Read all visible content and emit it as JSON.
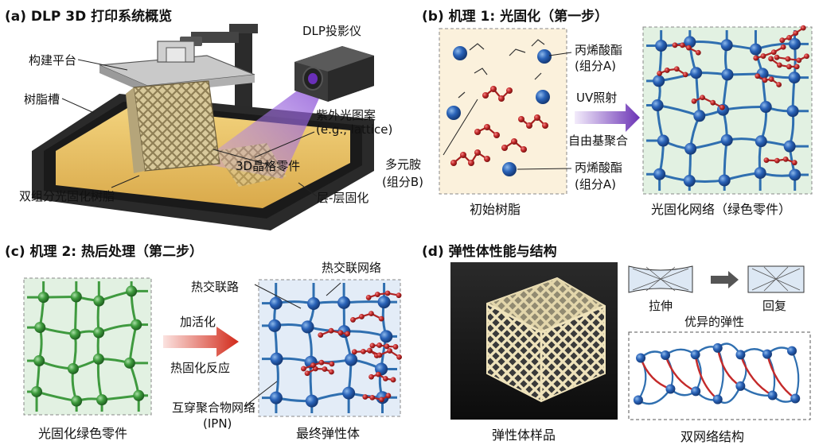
{
  "panel_a": {
    "title": "(a) DLP 3D 打印系统概览",
    "build_platform": "构建平台",
    "dlp_projector": "DLP投影仪",
    "resin_tank": "树脂槽",
    "uv_pattern_line1": "紫外光图案",
    "uv_pattern_line2": "(e.g., lattice)",
    "lattice_part": "3D晶格零件",
    "dual_resin": "双组分光固化树脂",
    "layer_cure": "层-层固化"
  },
  "panel_b": {
    "title": "(b) 机理 1: 光固化（第一步）",
    "acrylate_a_line1": "丙烯酸酯",
    "acrylate_a_line2": "(组分A)",
    "uv_irradiation": "UV照射",
    "radical_polymerization": "自由基聚合",
    "polyamine_line1": "多元胺",
    "polyamine_line2": "(组分B)",
    "acrylate_b_line1": "丙烯酸酯",
    "acrylate_b_line2": "(组分A)",
    "initial_resin": "初始树脂",
    "photocured_network": "光固化网络（绿色零件）"
  },
  "panel_c": {
    "title": "(c) 机理 2: 热后处理（第二步）",
    "thermal_network": "热交联网络",
    "thermal_crosslink": "热交联路",
    "activation": "加活化",
    "thermal_reaction": "热固化反应",
    "ipn_line1": "互穿聚合物网络",
    "ipn_line2": "(IPN)",
    "green_part": "光固化绿色零件",
    "final_elastomer": "最终弹性体"
  },
  "panel_d": {
    "title": "(d) 弹性体性能与结构",
    "stretch": "拉伸",
    "recover": "回复",
    "excellent_elasticity": "优异的弹性",
    "sample": "弹性体样品",
    "double_network": "双网络结构"
  },
  "colors": {
    "network_blue": "#2f6fb0",
    "node_blue": "#2a63b8",
    "crosslink_red": "#c42a2a",
    "green_network": "#3f9a3f",
    "resin_yellow": "#e8c468",
    "cream_bg": "#fbf1dc",
    "green_bg": "#e2f1e2",
    "blue_bg": "#e3ecf7",
    "uv_purple": "#8a4fc7"
  }
}
